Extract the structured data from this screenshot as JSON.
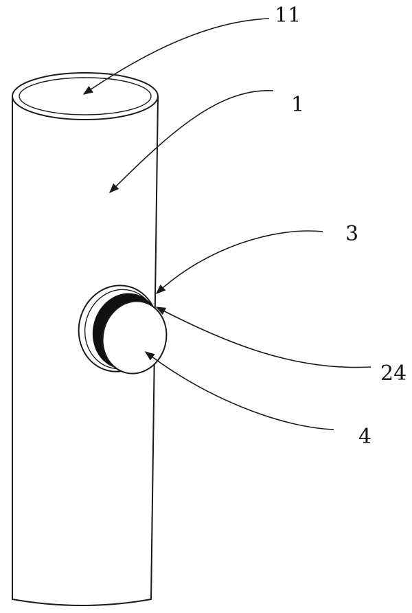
{
  "figure": {
    "reference_numerals": {
      "pipe_opening": "11",
      "pipe_body": "1",
      "ring": "3",
      "seal": "24",
      "plug": "4"
    },
    "colors": {
      "line": "#1a1a1a",
      "background": "#ffffff",
      "seal_fill": "#111111"
    }
  }
}
